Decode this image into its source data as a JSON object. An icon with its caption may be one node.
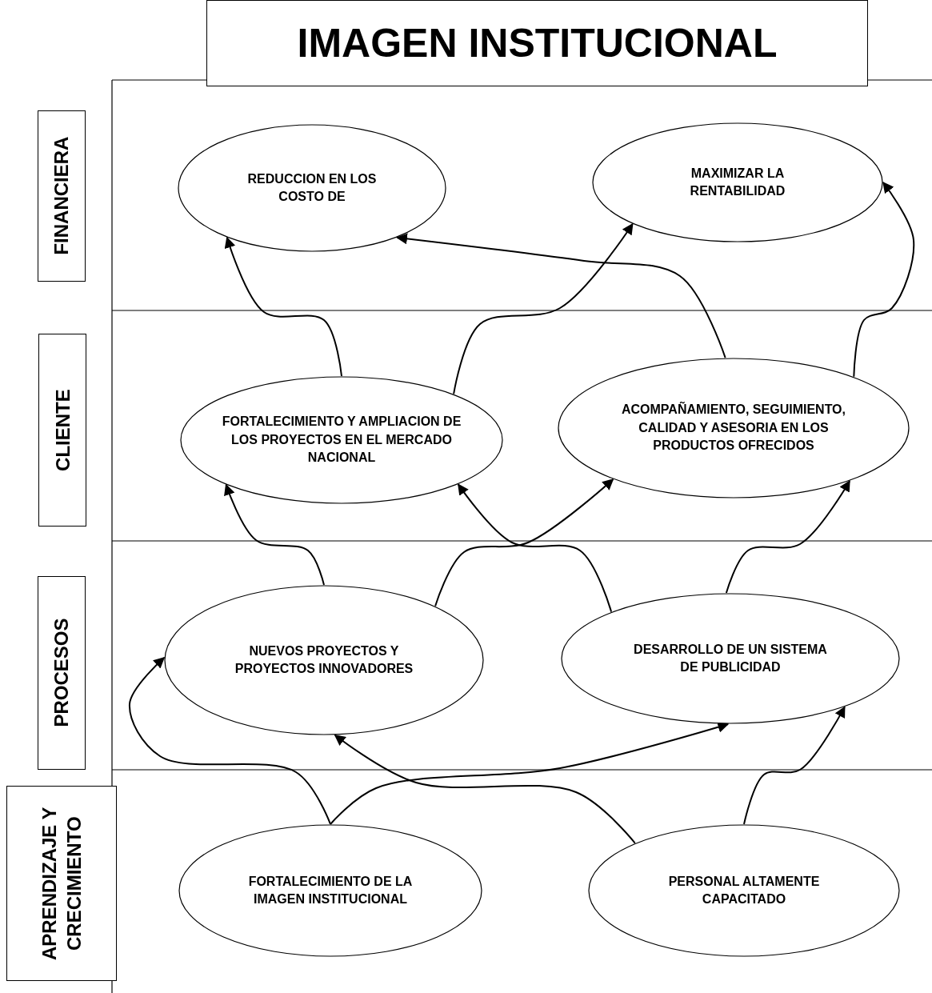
{
  "diagram": {
    "title": "IMAGEN INSTITUCIONAL",
    "nodes": [
      {
        "text": [
          "FINANCIERA"
        ]
      },
      {
        "text": [
          "CLIENTE"
        ]
      },
      {
        "text": [
          "PROCESOS"
        ]
      },
      {
        "text": [
          "APRENDIZAJE Y CRECIMIENTO"
        ]
      },
      {
        "text": [
          "REDUCCION EN LOS COSTO DE"
        ]
      },
      {
        "text": [
          "MAXIMIZAR LA RENTABILIDAD"
        ]
      },
      {
        "text": [
          "FORTALECIMIENTO Y AMPLIACION DE LOS PROYECTOS EN EL MERCADO NACIONAL"
        ]
      },
      {
        "text": [
          "ACOMPAÑAMIENTO, SEGUIMIENTO, CALIDAD Y ASESORIA EN LOS PRODUCTOS OFRECIDOS"
        ]
      },
      {
        "text": [
          "NUEVOS PROYECTOS Y PROYECTOS INNOVADORES"
        ]
      },
      {
        "text": [
          "DESARROLLO DE UN SISTEMA DE PUBLICIDAD"
        ]
      },
      {
        "text": [
          "FORTALECIMIENTO DE LA IMAGEN INSTITUCIONAL"
        ]
      },
      {
        "text": [
          "PERSONAL ALTAMENTE CAPACITADO"
        ]
      }
    ],
    "edges": [
      {
        "from": 6,
        "to": 4,
        "arrow": "to"
      },
      {
        "from": 6,
        "to": 5,
        "arrow": "to"
      },
      {
        "from": 7,
        "to": 4,
        "arrow": "to"
      },
      {
        "from": 7,
        "to": 5,
        "arrow": "to"
      },
      {
        "from": 8,
        "to": 6,
        "arrow": "to"
      },
      {
        "from": 8,
        "to": 7,
        "arrow": "to"
      },
      {
        "from": 9,
        "to": 6,
        "arrow": "to"
      },
      {
        "from": 9,
        "to": 7,
        "arrow": "to"
      },
      {
        "from": 10,
        "to": 8,
        "arrow": "to"
      },
      {
        "from": 10,
        "to": 9,
        "arrow": "to"
      },
      {
        "from": 11,
        "to": 8,
        "arrow": "to"
      },
      {
        "from": 11,
        "to": 9,
        "arrow": "to"
      }
    ]
  }
}
